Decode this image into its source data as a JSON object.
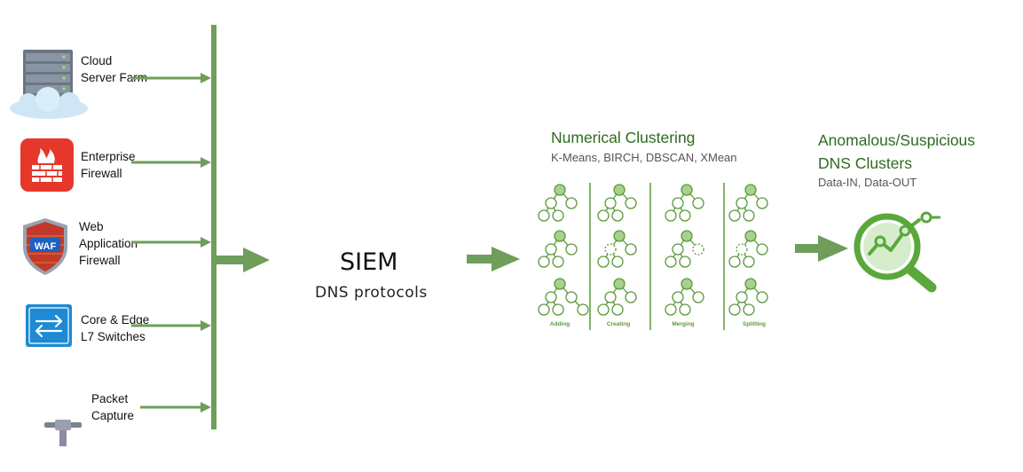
{
  "sources": [
    {
      "lines": [
        "Cloud",
        "Server Farm"
      ],
      "icon": "cloud-server-icon"
    },
    {
      "lines": [
        "Enterprise",
        "Firewall"
      ],
      "icon": "firewall-icon"
    },
    {
      "lines": [
        "Web",
        "Application",
        "Firewall"
      ],
      "icon": "waf-shield-icon",
      "badge": "WAF"
    },
    {
      "lines": [
        "Core & Edge",
        "L7 Switches"
      ],
      "icon": "switch-icon"
    },
    {
      "lines": [
        "Packet",
        "Capture"
      ],
      "icon": "packet-tap-icon"
    }
  ],
  "siem": {
    "title": "SIEM",
    "subtitle": "DNS protocols"
  },
  "clustering": {
    "title": "Numerical Clustering",
    "subtitle": "K-Means, BIRCH, DBSCAN, XMean",
    "columns": [
      "Adding",
      "Creating",
      "Merging",
      "Splitting"
    ]
  },
  "anomalous": {
    "title_line1": "Anomalous/Suspicious",
    "title_line2": "DNS Clusters",
    "subtitle": "Data-IN, Data-OUT",
    "icon": "magnifier-chart-icon"
  },
  "colors": {
    "arrow": "#6e9e5a",
    "title_green": "#2e6b1f",
    "node_green": "#5a9a3c",
    "node_fill": "#a5d28c"
  }
}
